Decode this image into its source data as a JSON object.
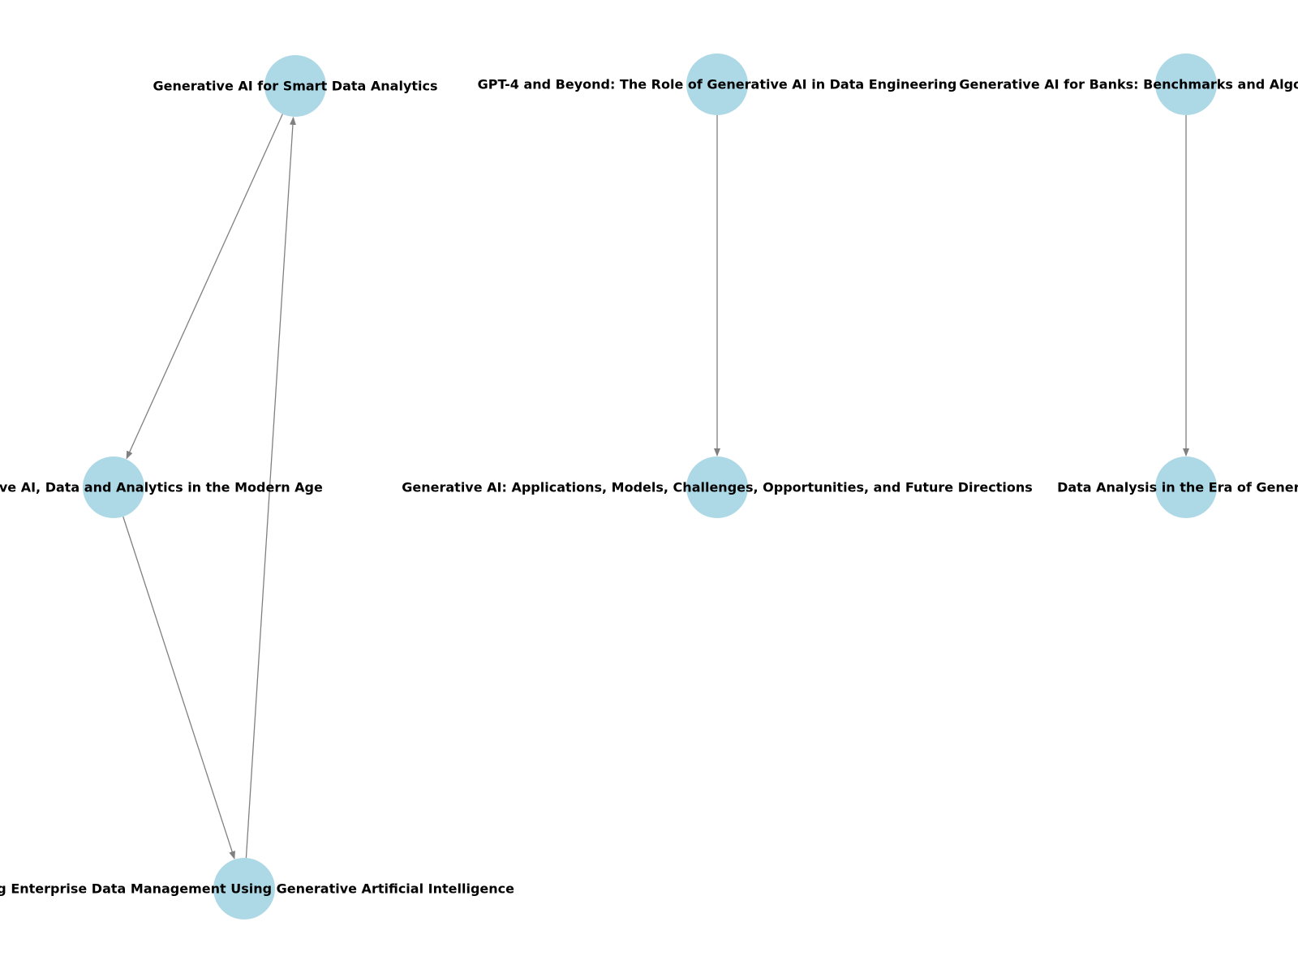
{
  "graph": {
    "node_color": "#add8e6",
    "edge_color": "#808080",
    "label_color": "#000000",
    "nodes": [
      {
        "id": "n1",
        "label": "Generative AI for Smart Data Analytics"
      },
      {
        "id": "n2",
        "label": "GPT-4 and Beyond: The Role of Generative AI in Data Engineering"
      },
      {
        "id": "n3",
        "label": "Generative AI for Banks: Benchmarks and Algorithms for Synt"
      },
      {
        "id": "n4",
        "label": "een Generative AI, Data and Analytics in the Modern Age"
      },
      {
        "id": "n5",
        "label": "Generative AI: Applications, Models, Challenges, Opportunities, and Future Directions"
      },
      {
        "id": "n6",
        "label": "Data Analysis in the Era of Generat"
      },
      {
        "id": "n7",
        "label": "ning Enterprise Data Management Using Generative Artificial Intelligence"
      }
    ],
    "edges": [
      {
        "from": "n1",
        "to": "n4"
      },
      {
        "from": "n4",
        "to": "n7"
      },
      {
        "from": "n7",
        "to": "n1"
      },
      {
        "from": "n2",
        "to": "n5"
      },
      {
        "from": "n3",
        "to": "n6"
      }
    ]
  }
}
